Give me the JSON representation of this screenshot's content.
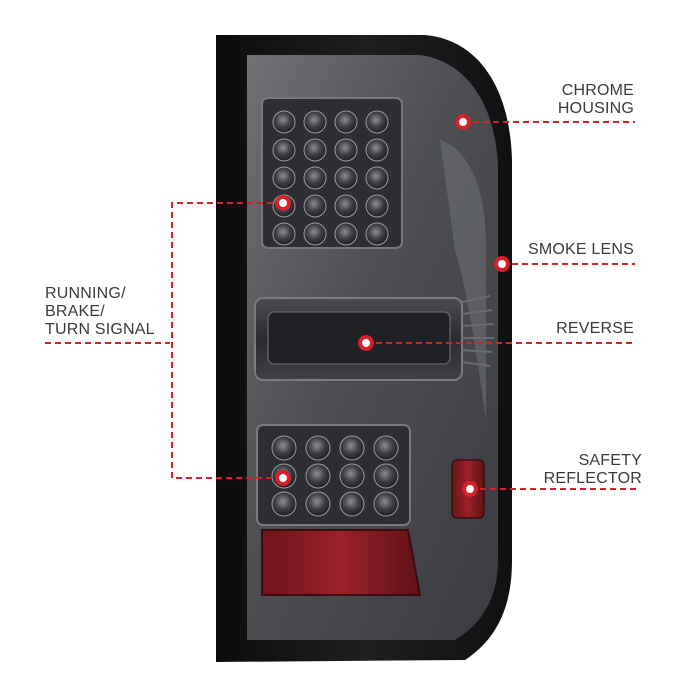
{
  "colors": {
    "callout": "#d6202a",
    "label_text": "#3a3a3a",
    "housing": "#17181a",
    "lens": "#55575b",
    "reflector": "#8e1b22"
  },
  "callouts": {
    "chrome_housing": {
      "lines": [
        "CHROME",
        "HOUSING"
      ]
    },
    "smoke_lens": {
      "lines": [
        "SMOKE LENS"
      ]
    },
    "reverse": {
      "lines": [
        "REVERSE"
      ]
    },
    "safety_reflector": {
      "lines": [
        "SAFETY",
        "REFLECTOR"
      ]
    },
    "running_brake_turn": {
      "lines": [
        "RUNNING/",
        "BRAKE/",
        "TURN SIGNAL"
      ]
    }
  }
}
